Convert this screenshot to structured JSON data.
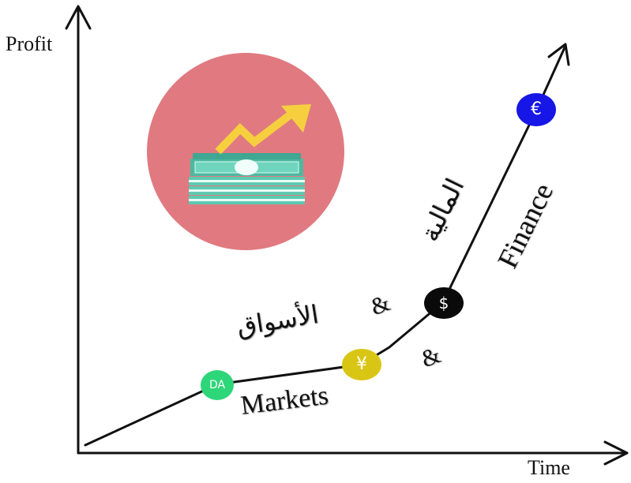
{
  "axes": {
    "y_label": "Profit",
    "x_label": "Time"
  },
  "words": {
    "markets_en": "Markets",
    "markets_ar": "الأسواق",
    "finance_en": "Finance",
    "finance_ar": "المالية",
    "ampersand_1": "&",
    "ampersand_2": "&"
  },
  "markers": [
    {
      "id": "dinar",
      "symbol": "DA",
      "color": "#2ed67a"
    },
    {
      "id": "yen",
      "symbol": "¥",
      "color": "#d9c614"
    },
    {
      "id": "dollar",
      "symbol": "$",
      "color": "#0a0a0a"
    },
    {
      "id": "euro",
      "symbol": "€",
      "color": "#1616e6"
    }
  ],
  "icon": {
    "name": "money-growth-icon",
    "circle_color": "#e07a80",
    "arrow_color": "#f6cf3f",
    "bill_color": "#5ec9b0"
  }
}
